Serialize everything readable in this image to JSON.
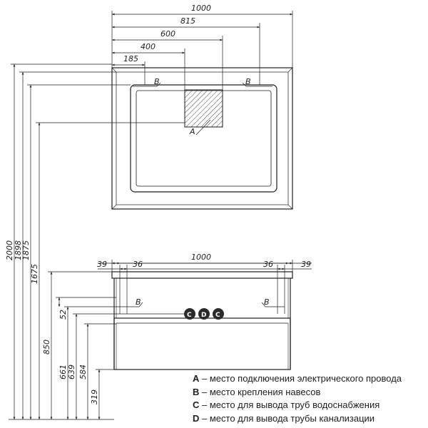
{
  "mirror_view": {
    "dims_top": {
      "d1000": "1000",
      "d815": "815",
      "d600": "600",
      "d400": "400",
      "d185": "185"
    },
    "marks": {
      "b_left": "B",
      "b_right": "B",
      "a": "A"
    }
  },
  "cabinet_view": {
    "dims_top": {
      "d39_left": "39",
      "d36_left": "36",
      "d1000": "1000",
      "d36_right": "36",
      "d39_right": "39"
    },
    "marks": {
      "b_left": "B",
      "b_right": "B",
      "c_left": "C",
      "d_center": "D",
      "c_right": "C"
    }
  },
  "vertical_dims": {
    "d2000": "2000",
    "d1898": "1898",
    "d1875": "1875",
    "d1675": "1675",
    "d850": "850",
    "d52": "52",
    "d661": "661",
    "d639": "639",
    "d584": "584",
    "d319": "319"
  },
  "legend": [
    {
      "key": "A",
      "text": " – место подключения электрического провода"
    },
    {
      "key": "B",
      "text": " – место крепления навесов"
    },
    {
      "key": "C",
      "text": " – место для вывода труб водоснабжения"
    },
    {
      "key": "D",
      "text": " – место для вывода трубы канализации"
    }
  ]
}
